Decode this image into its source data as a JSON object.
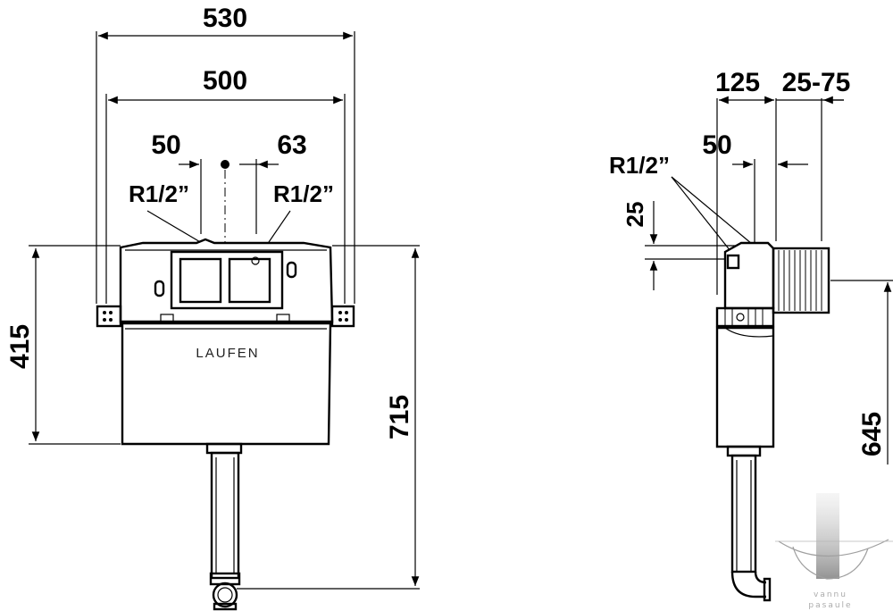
{
  "front_view": {
    "dim_width_outer": "530",
    "dim_width_inner": "500",
    "dim_left_offset": "50",
    "dim_right_offset": "63",
    "label_left_connection": "R1/2”",
    "label_right_connection": "R1/2”",
    "dim_height_left": "415",
    "dim_height_total": "715",
    "brand": "LAUFEN"
  },
  "side_view": {
    "dim_depth": "125",
    "dim_range": "25-75",
    "dim_offset": "50",
    "label_connection": "R1/2”",
    "dim_small_height": "25",
    "dim_height": "645"
  },
  "watermark": {
    "line1": "vannu",
    "line2": "pasaule"
  }
}
